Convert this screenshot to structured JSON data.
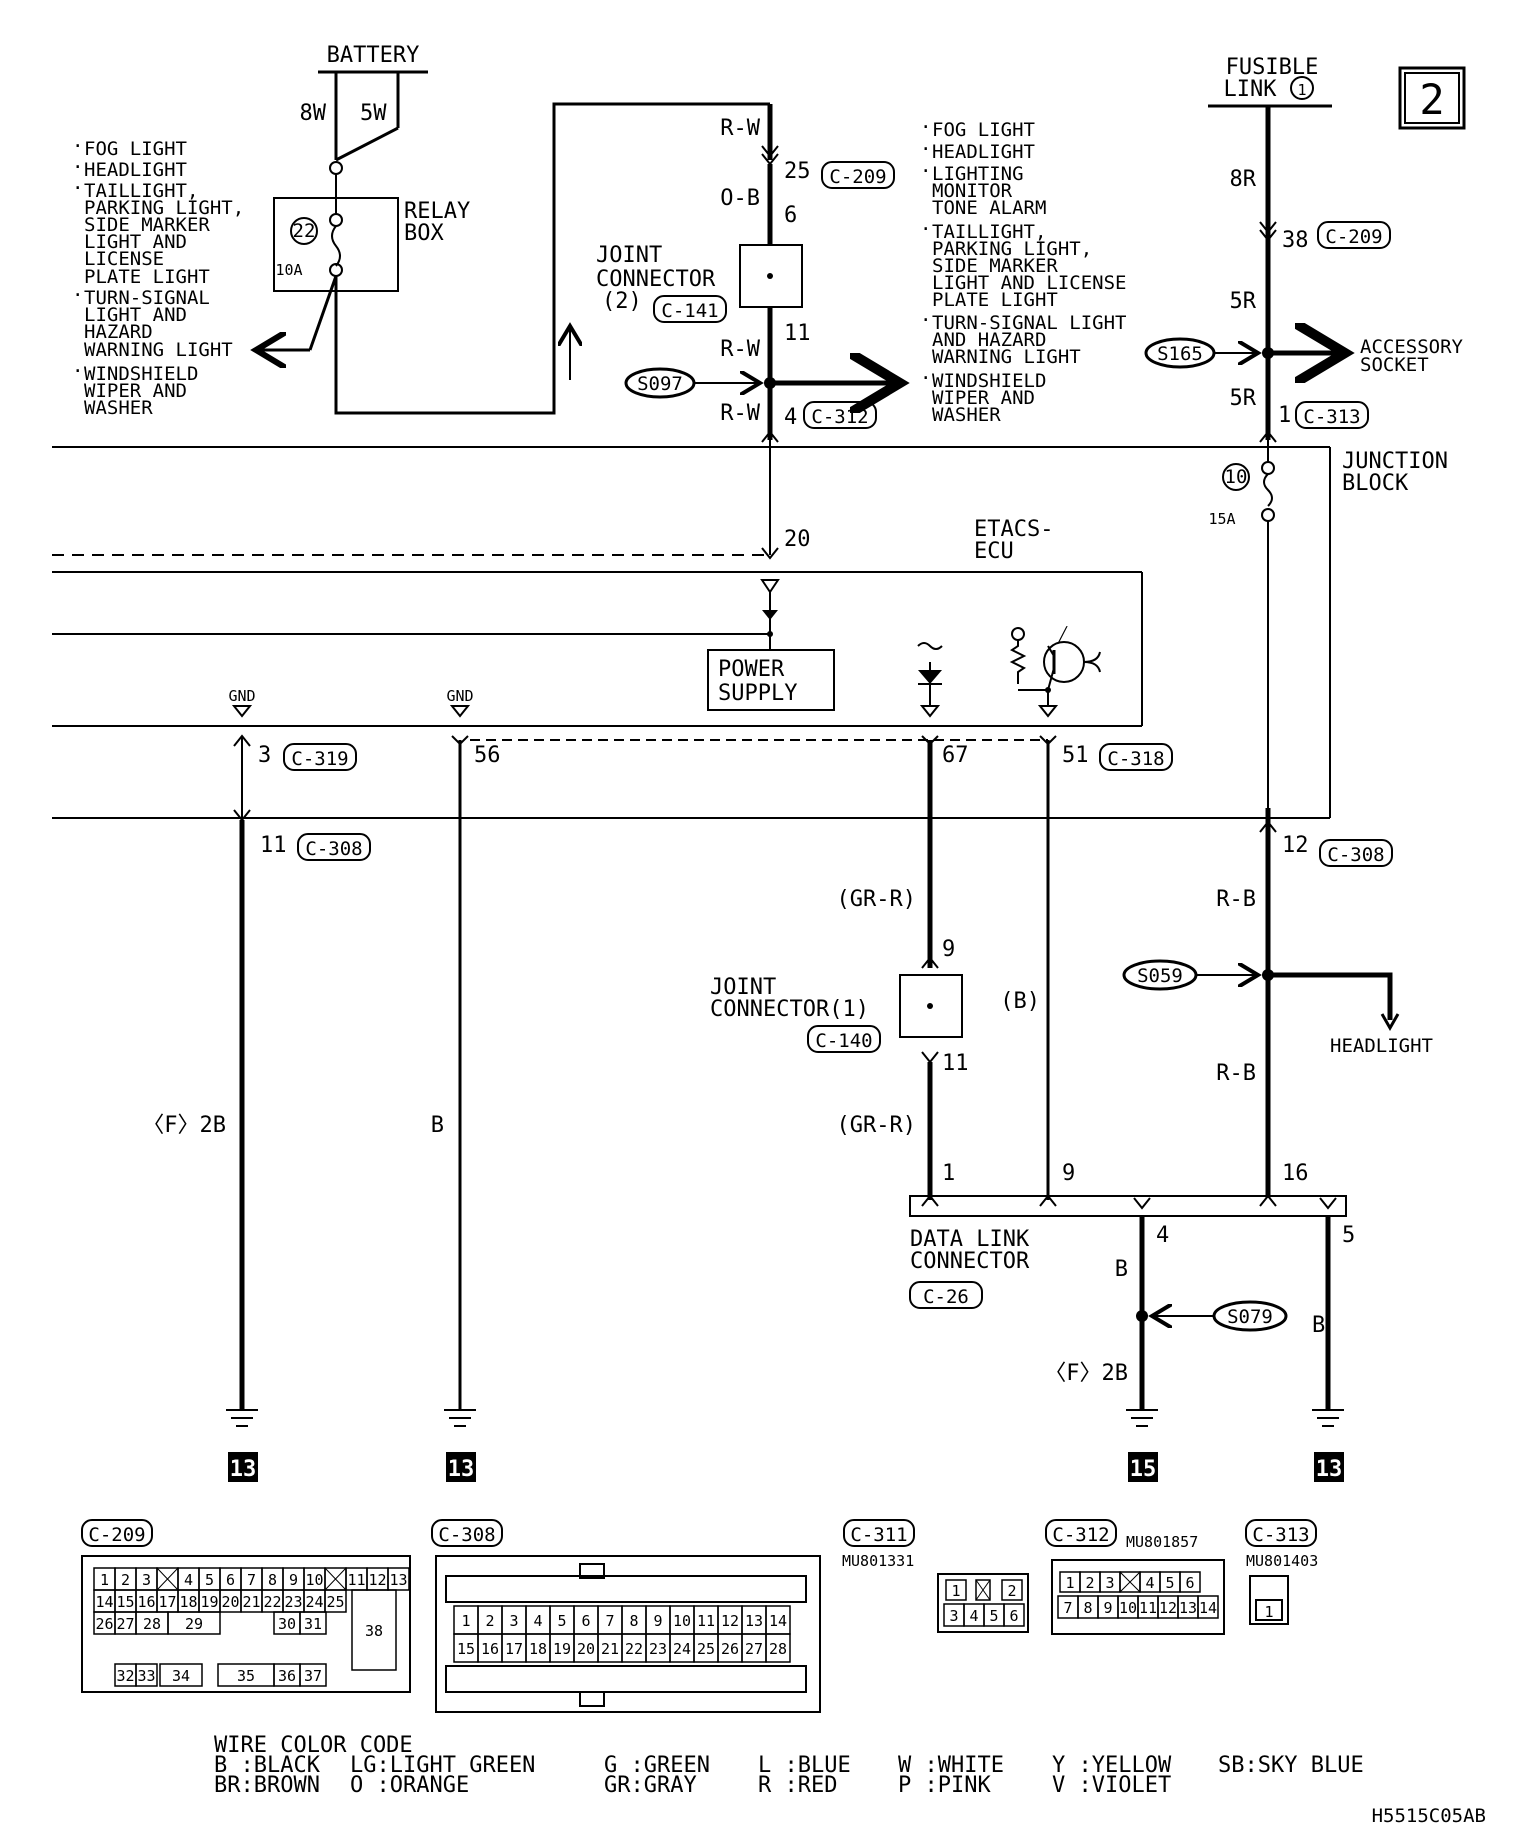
{
  "page_number": "2",
  "diagram_id": "H5515C05AB",
  "battery": {
    "label": "BATTERY",
    "wire_a": "8W",
    "wire_b": "5W"
  },
  "relay_box": {
    "label_1": "RELAY",
    "label_2": "BOX",
    "fuse_number": "22",
    "fuse_rating": "10A"
  },
  "left_loads": [
    "FOG LIGHT",
    "HEADLIGHT",
    "TAILLIGHT,",
    "PARKING LIGHT,",
    "SIDE MARKER",
    "LIGHT AND",
    "LICENSE",
    "PLATE LIGHT",
    "TURN-SIGNAL",
    "LIGHT AND",
    "HAZARD",
    "WARNING LIGHT",
    "WINDSHIELD",
    "WIPER AND",
    "WASHER"
  ],
  "center_loads": [
    "FOG LIGHT",
    "HEADLIGHT",
    "LIGHTING",
    "MONITOR",
    "TONE ALARM",
    "TAILLIGHT,",
    "PARKING LIGHT,",
    "SIDE MARKER",
    "LIGHT AND LICENSE",
    "PLATE LIGHT",
    "TURN-SIGNAL LIGHT",
    "AND HAZARD",
    "WARNING LIGHT",
    "WINDSHIELD",
    "WIPER AND",
    "WASHER"
  ],
  "joint_connector_2": {
    "line_1": "JOINT",
    "line_2": "CONNECTOR",
    "line_3": "(2)",
    "connector": "C-141",
    "pin_in": "6",
    "pin_out": "11"
  },
  "joint_connector_1": {
    "line_1": "JOINT",
    "line_2": "CONNECTOR(1)",
    "connector": "C-140",
    "pin_in": "9",
    "pin_out": "11"
  },
  "wires": {
    "rw_top": "R-W",
    "ob": "O-B",
    "rw_mid": "R-W",
    "rw_low": "R-W",
    "r8": "8R",
    "r5a": "5R",
    "r5b": "5R",
    "rb_a": "R-B",
    "rb_b": "R-B",
    "grr_a": "(GR-R)",
    "grr_b": "(GR-R)",
    "b_paren": "(B)",
    "f2b_left": "〈F〉2B",
    "b_left": "B",
    "b_dlc4": "B",
    "f2b_dlc": "〈F〉2B",
    "b_dlc5": "B"
  },
  "connectors": {
    "c209_pin": "25",
    "c209": "C-209",
    "c312_pin": "4",
    "c312": "C-312",
    "c209b_pin": "38",
    "c209b": "C-209",
    "c313_pin": "1",
    "c313": "C-313",
    "c319_pin": "3",
    "c319": "C-319",
    "c318_pin56": "56",
    "c318_pin67": "67",
    "c318_pin51": "51",
    "c318": "C-318",
    "c308_pin11": "11",
    "c308a": "C-308",
    "c308_pin12": "12",
    "c308b": "C-308",
    "etacs_pin": "20"
  },
  "splices": {
    "s097": "S097",
    "s165": "S165",
    "s059": "S059",
    "s079": "S079"
  },
  "fusible_link": {
    "line_1": "FUSIBLE",
    "line_2": "LINK",
    "number": "1"
  },
  "junction_block": {
    "line_1": "JUNCTION",
    "line_2": "BLOCK",
    "fuse_number": "10",
    "fuse_rating": "15A"
  },
  "etacs": {
    "line_1": "ETACS-",
    "line_2": "ECU",
    "power_1": "POWER",
    "power_2": "SUPPLY",
    "gnd_1": "GND",
    "gnd_2": "GND"
  },
  "accessory": {
    "line_1": "ACCESSORY",
    "line_2": "SOCKET"
  },
  "headlight": "HEADLIGHT",
  "dlc": {
    "line_1": "DATA LINK",
    "line_2": "CONNECTOR",
    "connector": "C-26",
    "pin1": "1",
    "pin9": "9",
    "pin16": "16",
    "pin4": "4",
    "pin5": "5"
  },
  "grounds": [
    "13",
    "13",
    "15",
    "13"
  ],
  "connector_views": {
    "c209": {
      "title": "C-209",
      "row1": [
        "1",
        "2",
        "3",
        "",
        "4",
        "5",
        "6",
        "7",
        "8",
        "9",
        "10",
        "",
        "11",
        "12",
        "13"
      ],
      "row2": [
        "14",
        "15",
        "16",
        "17",
        "18",
        "19",
        "20",
        "21",
        "22",
        "23",
        "24",
        "25"
      ],
      "row3": [
        "26",
        "27",
        "28",
        "29",
        "30",
        "31"
      ],
      "row4": [
        "32",
        "33",
        "34",
        "35",
        "36",
        "37"
      ],
      "big": "38"
    },
    "c308": {
      "title": "C-308",
      "row1": [
        "1",
        "2",
        "3",
        "4",
        "5",
        "6",
        "7",
        "8",
        "9",
        "10",
        "11",
        "12",
        "13",
        "14"
      ],
      "row2": [
        "15",
        "16",
        "17",
        "18",
        "19",
        "20",
        "21",
        "22",
        "23",
        "24",
        "25",
        "26",
        "27",
        "28"
      ]
    },
    "c311": {
      "title": "C-311",
      "part": "MU801331",
      "row1": [
        "1",
        "",
        "2"
      ],
      "row2": [
        "3",
        "4",
        "5",
        "6"
      ]
    },
    "c312": {
      "title": "C-312",
      "part": "MU801857",
      "row1": [
        "1",
        "2",
        "3",
        "",
        "4",
        "5",
        "6"
      ],
      "row2": [
        "7",
        "8",
        "9",
        "10",
        "11",
        "12",
        "13",
        "14"
      ]
    },
    "c313": {
      "title": "C-313",
      "part": "MU801403",
      "pin": "1"
    }
  },
  "color_code": {
    "title": "WIRE COLOR CODE",
    "row1": [
      "B :BLACK",
      "LG:LIGHT GREEN",
      "G :GREEN",
      "L :BLUE",
      "W :WHITE",
      "Y :YELLOW",
      "SB:SKY BLUE"
    ],
    "row2": [
      "BR:BROWN",
      "O :ORANGE",
      "GR:GRAY",
      "R :RED",
      "P :PINK",
      "V :VIOLET"
    ]
  }
}
